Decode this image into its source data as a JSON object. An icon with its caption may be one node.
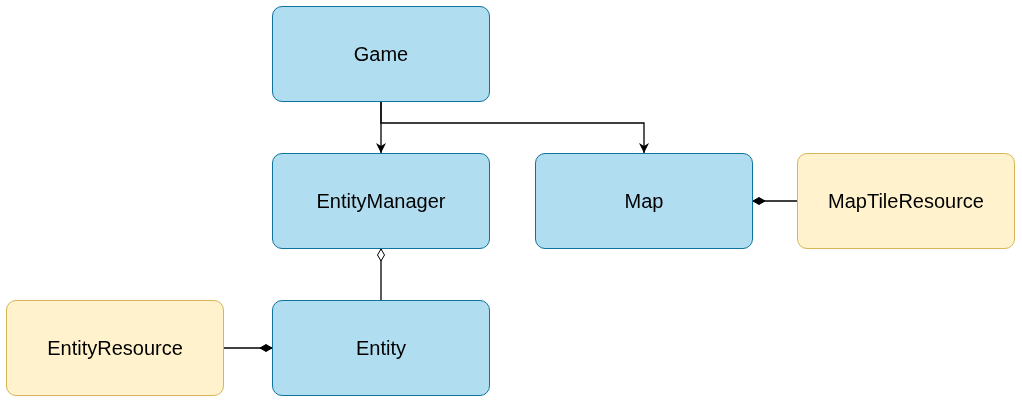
{
  "diagram": {
    "nodes": [
      {
        "text": [
          "Game"
        ]
      },
      {
        "text": [
          "EntityManager"
        ]
      },
      {
        "text": [
          "Map"
        ]
      },
      {
        "text": [
          "MapTileResource"
        ]
      },
      {
        "text": [
          "EntityResource"
        ]
      },
      {
        "text": [
          "Entity"
        ]
      }
    ],
    "edges": [
      {
        "from": 0,
        "to": 1,
        "arrow": "to"
      },
      {
        "from": 0,
        "to": 2,
        "arrow": "to"
      },
      {
        "from": 3,
        "to": 2,
        "arrow": "other"
      },
      {
        "from": 5,
        "to": 1,
        "arrow": "other"
      },
      {
        "from": 4,
        "to": 5,
        "arrow": "other"
      }
    ]
  }
}
